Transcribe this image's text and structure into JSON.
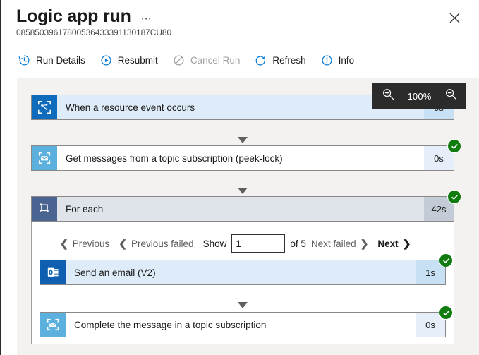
{
  "header": {
    "title": "Logic app run",
    "ellipsis": "⋯",
    "run_id": "08585039617800536433391130187CU80",
    "close_icon": "close-icon"
  },
  "toolbar": {
    "items": [
      {
        "label": "Run Details",
        "icon": "history-icon",
        "disabled": false
      },
      {
        "label": "Resubmit",
        "icon": "play-circle-icon",
        "disabled": false
      },
      {
        "label": "Cancel Run",
        "icon": "cancel-icon",
        "disabled": true
      },
      {
        "label": "Refresh",
        "icon": "refresh-icon",
        "disabled": false
      },
      {
        "label": "Info",
        "icon": "info-icon",
        "disabled": false
      }
    ]
  },
  "zoom_control": {
    "zoom_in_icon": "zoom-in-icon",
    "level": "100%",
    "zoom_out_icon": "zoom-out-icon"
  },
  "flow": {
    "trigger": {
      "label": "When a resource event occurs",
      "duration": "0s",
      "icon": "event-grid-icon",
      "selected": true,
      "status": "succeeded"
    },
    "action_get_messages": {
      "label": "Get messages from a topic subscription (peek-lock)",
      "duration": "0s",
      "icon": "service-bus-icon",
      "selected": false,
      "status": "succeeded"
    },
    "foreach": {
      "label": "For each",
      "duration": "42s",
      "icon": "foreach-loop-icon",
      "status": "succeeded"
    },
    "action_send_email": {
      "label": "Send an email (V2)",
      "duration": "1s",
      "icon": "outlook-icon",
      "selected": true,
      "status": "succeeded"
    },
    "action_complete_message": {
      "label": "Complete the message in a topic subscription",
      "duration": "0s",
      "icon": "service-bus-icon",
      "selected": false,
      "status": "succeeded"
    }
  },
  "pager": {
    "previous": "Previous",
    "previous_failed": "Previous failed",
    "show": "Show",
    "page_value": "1",
    "of_total": "of 5",
    "next_failed": "Next failed",
    "next": "Next",
    "chevron_left": "❮",
    "chevron_right": "❯"
  },
  "colors": {
    "accent": "#0078d4",
    "success": "#107c10",
    "selected_card": "#deecf9",
    "canvas": "#f3f2f1",
    "zoom_overlay": "#2b2b2b"
  }
}
